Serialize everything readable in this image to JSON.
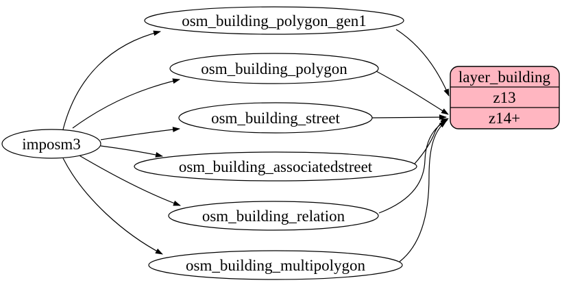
{
  "diagram": {
    "type": "graphviz-flow",
    "source_node": {
      "label": "imposm3"
    },
    "table_nodes": [
      {
        "label": "osm_building_polygon_gen1"
      },
      {
        "label": "osm_building_polygon"
      },
      {
        "label": "osm_building_street"
      },
      {
        "label": "osm_building_associatedstreet"
      },
      {
        "label": "osm_building_relation"
      },
      {
        "label": "osm_building_multipolygon"
      }
    ],
    "layer_node": {
      "title": "layer_building",
      "rows": [
        "z13",
        "z14+"
      ]
    },
    "edges": [
      {
        "from": "imposm3",
        "to": "osm_building_polygon_gen1"
      },
      {
        "from": "imposm3",
        "to": "osm_building_polygon"
      },
      {
        "from": "imposm3",
        "to": "osm_building_street"
      },
      {
        "from": "imposm3",
        "to": "osm_building_associatedstreet"
      },
      {
        "from": "imposm3",
        "to": "osm_building_relation"
      },
      {
        "from": "imposm3",
        "to": "osm_building_multipolygon"
      },
      {
        "from": "osm_building_polygon_gen1",
        "to": "layer_building.z13"
      },
      {
        "from": "osm_building_polygon",
        "to": "layer_building.z14+"
      },
      {
        "from": "osm_building_street",
        "to": "layer_building.z14+"
      },
      {
        "from": "osm_building_associatedstreet",
        "to": "layer_building.z14+"
      },
      {
        "from": "osm_building_relation",
        "to": "layer_building.z14+"
      },
      {
        "from": "osm_building_multipolygon",
        "to": "layer_building.z14+"
      }
    ],
    "colors": {
      "background": "#ffffff",
      "edge": "#000000",
      "node_fill": "#ffffff",
      "node_stroke": "#000000",
      "layer_fill": "#ffb6c1",
      "text": "#000000"
    }
  }
}
